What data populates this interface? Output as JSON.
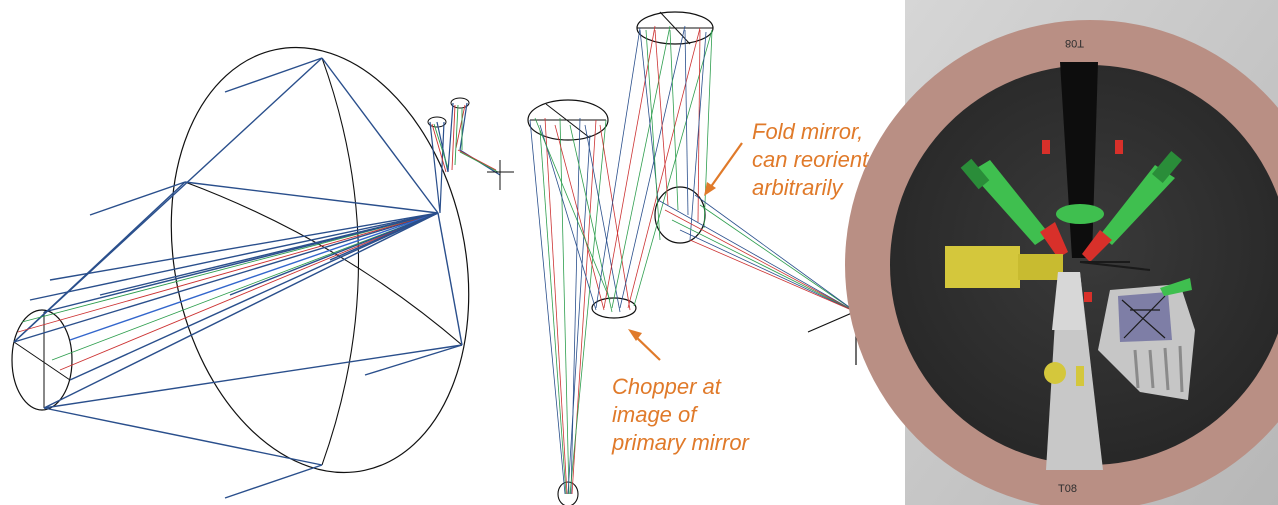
{
  "annotations": {
    "fold_mirror": {
      "lines": [
        "Fold mirror,",
        "can reorient",
        "arbitrarily"
      ],
      "color": "#e07a2a"
    },
    "chopper": {
      "lines": [
        "Chopper at",
        "image of",
        "primary mirror"
      ],
      "color": "#e07a2a"
    }
  },
  "photo": {
    "top_label": "T08",
    "bottom_label": "T08",
    "colors": {
      "outer_ring": "#b98f84",
      "inner_disk": "#2f2f2f",
      "instrument_green": "#3fbf4f",
      "instrument_red": "#d8302a",
      "instrument_yellow": "#d4c73c",
      "instrument_gray": "#c8c8c8"
    }
  },
  "ray_colors": [
    "#2a4f8c",
    "#cc3333",
    "#2e9e4e",
    "#3366cc"
  ]
}
